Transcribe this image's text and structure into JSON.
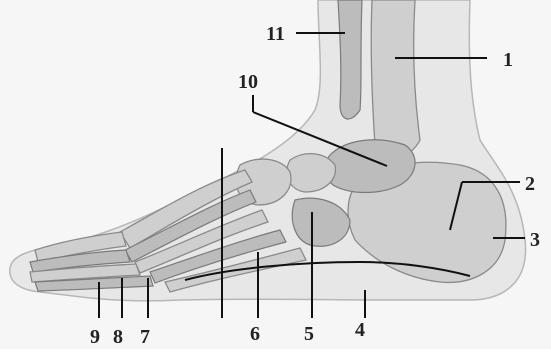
{
  "labels": {
    "l1": "1",
    "l2": "2",
    "l3": "3",
    "l4": "4",
    "l5": "5",
    "l6": "6",
    "l7": "7",
    "l8": "8",
    "l9": "9",
    "l10": "10",
    "l11": "11"
  },
  "colors": {
    "background": "#f6f6f6",
    "soft_tissue": "#e7e7e7",
    "bone": "#cfcfcf",
    "lines": "#111111"
  }
}
